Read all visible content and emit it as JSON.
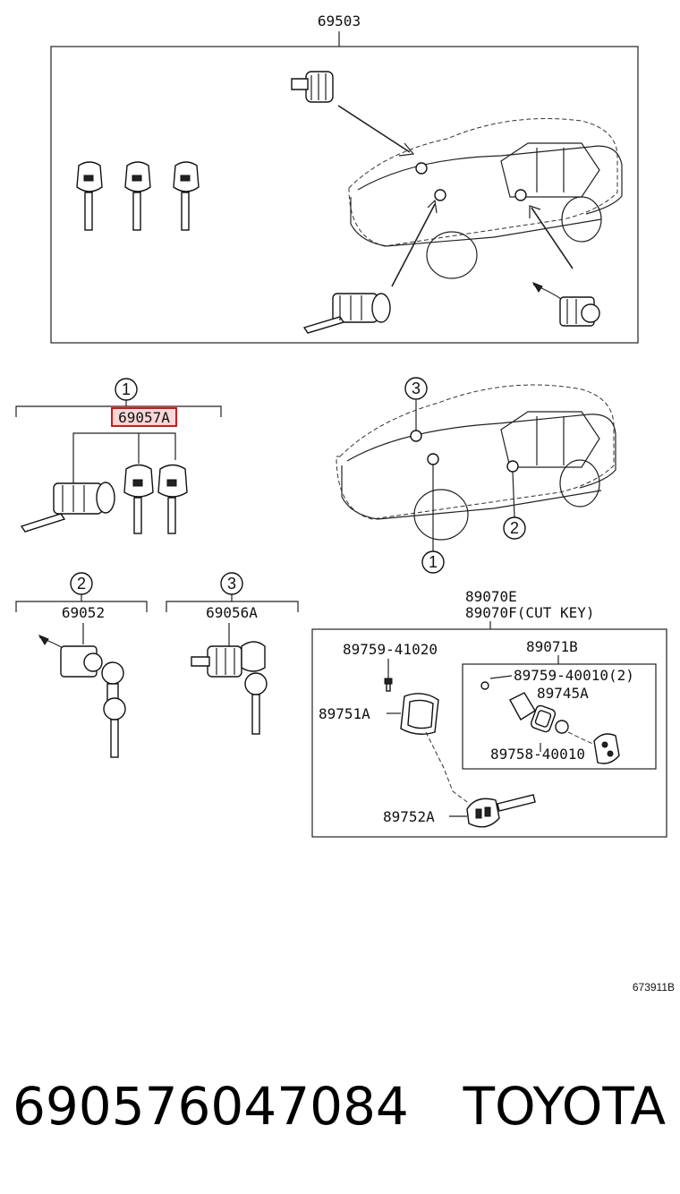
{
  "diagram": {
    "top_group_label": "69503",
    "group1": {
      "circle": "1",
      "part": "69057A"
    },
    "group2": {
      "circle": "2",
      "part": "69052"
    },
    "group3": {
      "circle": "3",
      "part": "69056A"
    },
    "car_callouts": {
      "c1": "1",
      "c2": "2",
      "c3": "3"
    },
    "key_group": {
      "line1": "89070E",
      "line2": "89070F(CUT KEY)",
      "parts": {
        "p1": "89759-41020",
        "p2": "89071B",
        "p3": "89759-40010(2)",
        "p4": "89745A",
        "p5": "89751A",
        "p6": "89758-40010",
        "p7": "89752A"
      }
    },
    "figure_ref": "673911B"
  },
  "footer": {
    "part_number": "69057604708​4",
    "brand": "TOYOTA"
  },
  "colors": {
    "highlight": "#d00000",
    "ink": "#111111"
  }
}
